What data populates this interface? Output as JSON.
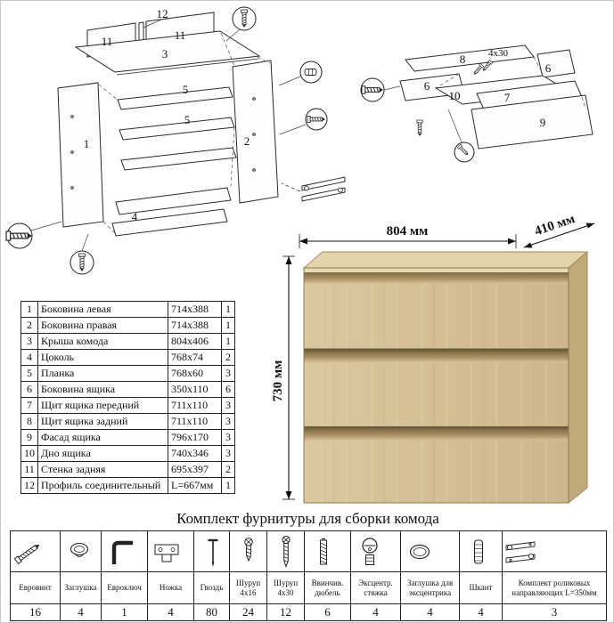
{
  "colors": {
    "wood_front": "#d7c299",
    "wood_top": "#e3d4ac",
    "wood_side": "#c0aa7c",
    "groove_dark": "#7e6a43"
  },
  "dimensions": {
    "width": "804 мм",
    "depth": "410 мм",
    "height": "730 мм"
  },
  "parts": {
    "rows": [
      {
        "num": "1",
        "name": "Боковина левая",
        "size": "714x388",
        "qty": "1"
      },
      {
        "num": "2",
        "name": "Боковина правая",
        "size": "714x388",
        "qty": "1"
      },
      {
        "num": "3",
        "name": "Крыша комода",
        "size": "804x406",
        "qty": "1"
      },
      {
        "num": "4",
        "name": "Цоколь",
        "size": "768x74",
        "qty": "2"
      },
      {
        "num": "5",
        "name": "Планка",
        "size": "768x60",
        "qty": "3"
      },
      {
        "num": "6",
        "name": "Боковина ящика",
        "size": "350x110",
        "qty": "6"
      },
      {
        "num": "7",
        "name": "Щит ящика передний",
        "size": "711x110",
        "qty": "3"
      },
      {
        "num": "8",
        "name": "Щит ящика задний",
        "size": "711x110",
        "qty": "3"
      },
      {
        "num": "9",
        "name": "Фасад ящика",
        "size": "796x170",
        "qty": "3"
      },
      {
        "num": "10",
        "name": "Дно ящика",
        "size": "740x346",
        "qty": "3"
      },
      {
        "num": "11",
        "name": "Стенка задняя",
        "size": "695x397",
        "qty": "2"
      },
      {
        "num": "12",
        "name": "Профиль соединительный",
        "size": "L=667мм",
        "qty": "1"
      }
    ]
  },
  "hardware": {
    "title": "Комплект фурнитуры для сборки комода",
    "items": [
      {
        "name": "Евровинт",
        "qty": "16",
        "icon": "euro-screw"
      },
      {
        "name": "Заглушка",
        "qty": "4",
        "icon": "plug-cap"
      },
      {
        "name": "Евроключ",
        "qty": "1",
        "icon": "hex-key"
      },
      {
        "name": "Ножка",
        "qty": "4",
        "icon": "leg"
      },
      {
        "name": "Гвоздь",
        "qty": "80",
        "icon": "nail"
      },
      {
        "name": "Шуруп 4x16",
        "qty": "24",
        "icon": "screw-short"
      },
      {
        "name": "Шуруп 4x30",
        "qty": "12",
        "icon": "screw-long"
      },
      {
        "name": "Ввинчив. дюбель",
        "qty": "6",
        "icon": "threaded-dowel"
      },
      {
        "name": "Эксцентр. стяжка",
        "qty": "4",
        "icon": "cam-lock"
      },
      {
        "name": "Заглушка для эксцентрика",
        "qty": "4",
        "icon": "cam-cap"
      },
      {
        "name": "Шкант",
        "qty": "4",
        "icon": "wood-dowel"
      },
      {
        "name": "Комплект роликовых направляющих L=350мм",
        "qty": "3",
        "icon": "roller-guides"
      }
    ]
  },
  "diagram_left": {
    "labels": {
      "n1": "1",
      "n2": "2",
      "n3": "3",
      "n4": "4",
      "n5a": "5",
      "n5b": "5",
      "n11a": "11",
      "n11b": "11",
      "n12": "12"
    }
  },
  "diagram_right": {
    "labels": {
      "n6a": "6",
      "n6b": "6",
      "n7": "7",
      "n8": "8",
      "n9": "9",
      "n10": "10",
      "screw_size": "4x30"
    }
  }
}
